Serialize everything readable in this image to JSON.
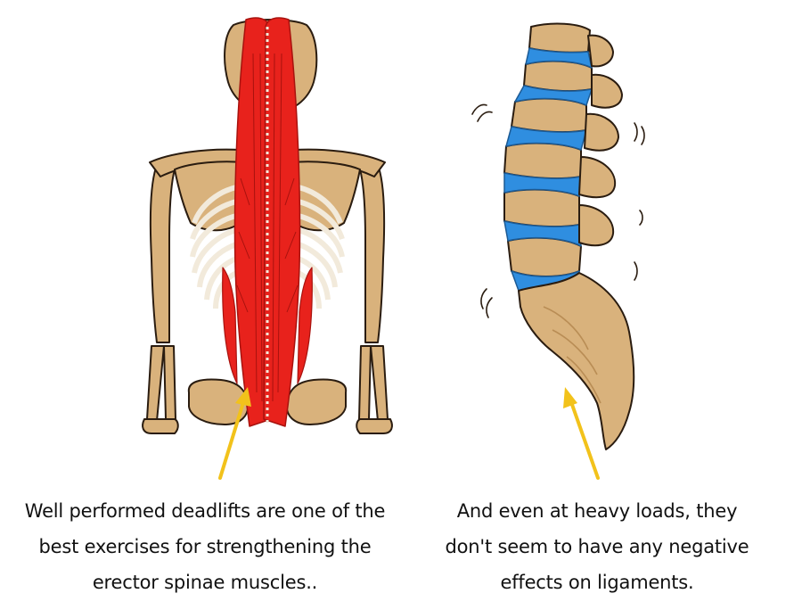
{
  "colors": {
    "bone": "#d9b27c",
    "bone_shadow": "#b98d55",
    "outline": "#2a1c10",
    "muscle": "#e8221c",
    "muscle_dark": "#a8120e",
    "disc": "#2f8ee0",
    "rib": "#f2eadb",
    "arrow": "#f2c21b",
    "background": "#ffffff"
  },
  "icons": [
    "back-skeleton-illustration",
    "lumbar-spine-illustration",
    "arrow-up-icon",
    "motion-line-icon"
  ],
  "captions": {
    "left": {
      "line1": "Well performed deadlifts are one of the",
      "line2": "best exercises for strengthening the",
      "line3": "erector spinae muscles.."
    },
    "right": {
      "line1": "And even at heavy loads, they",
      "line2": "don't seem to have any negative",
      "line3": "effects on ligaments."
    }
  }
}
